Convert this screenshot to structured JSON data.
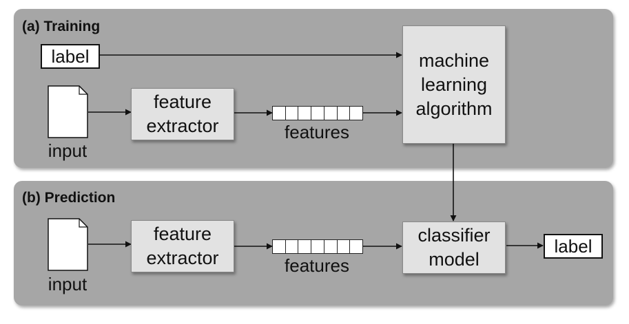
{
  "training": {
    "title": "(a) Training",
    "label": "label",
    "input": "input",
    "extractor": [
      "feature",
      "extractor"
    ],
    "features": "features",
    "algorithm": [
      "machine",
      "learning",
      "algorithm"
    ]
  },
  "prediction": {
    "title": "(b) Prediction",
    "input": "input",
    "extractor": [
      "feature",
      "extractor"
    ],
    "features": "features",
    "classifier": [
      "classifier",
      "model"
    ],
    "label": "label"
  }
}
